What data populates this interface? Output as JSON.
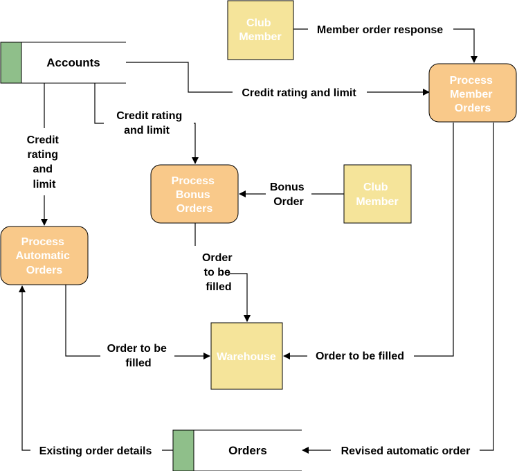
{
  "colors": {
    "process_fill": "#f9c98a",
    "process_stroke": "#000000",
    "entity_fill": "#f5e49a",
    "store_tab": "#8fbf8a",
    "line": "#000000",
    "node_text": "#ffffff"
  },
  "nodes": {
    "club_member_top": {
      "lines": [
        "Club",
        "Member"
      ]
    },
    "club_member_mid": {
      "lines": [
        "Club",
        "Member"
      ]
    },
    "warehouse": {
      "lines": [
        "Warehouse"
      ]
    },
    "process_member_orders": {
      "lines": [
        "Process",
        "Member",
        "Orders"
      ]
    },
    "process_bonus_orders": {
      "lines": [
        "Process",
        "Bonus",
        "Orders"
      ]
    },
    "process_automatic_orders": {
      "lines": [
        "Process",
        "Automatic",
        "Orders"
      ]
    },
    "accounts_store": {
      "label": "Accounts"
    },
    "orders_store": {
      "label": "Orders"
    }
  },
  "edges": {
    "member_order_response": {
      "lines": [
        "Member order response"
      ]
    },
    "credit_rating_limit_member": {
      "lines": [
        "Credit rating and limit"
      ]
    },
    "credit_rating_limit_bonus": {
      "lines": [
        "Credit rating",
        "and limit"
      ]
    },
    "credit_rating_limit_auto": {
      "lines": [
        "Credit",
        "rating",
        "and",
        "limit"
      ]
    },
    "bonus_order": {
      "lines": [
        "Bonus",
        "Order"
      ]
    },
    "order_to_be_filled_bonus": {
      "lines": [
        "Order",
        "to be",
        "filled"
      ]
    },
    "order_to_be_filled_auto": {
      "lines": [
        "Order to be",
        "filled"
      ]
    },
    "order_to_be_filled_member": {
      "lines": [
        "Order to be filled"
      ]
    },
    "existing_order_details": {
      "lines": [
        "Existing order details"
      ]
    },
    "revised_automatic_order": {
      "lines": [
        "Revised automatic order"
      ]
    }
  }
}
